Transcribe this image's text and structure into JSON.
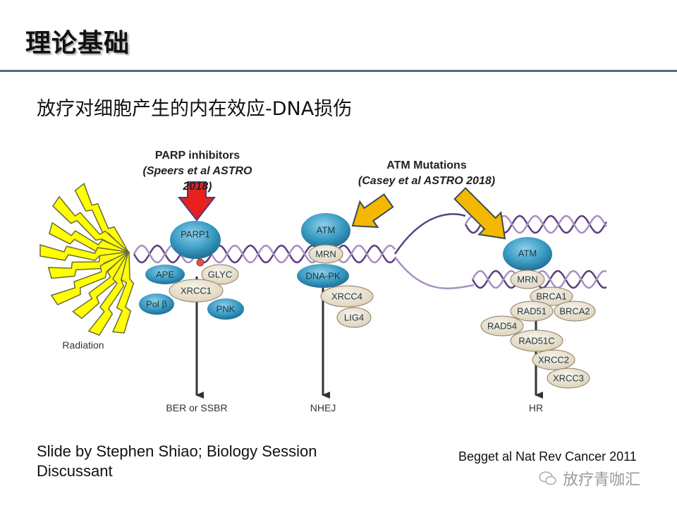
{
  "slide": {
    "title": "理论基础",
    "subtitle": "放疗对细胞产生的内在效应-DNA损伤",
    "credit_line1": "Slide by Stephen Shiao; Biology Session",
    "credit_line2": "Discussant",
    "reference": "Begget al Nat Rev Cancer 2011",
    "watermark": "放疗青咖汇",
    "watermark_icon": "wechat-icon"
  },
  "annotations": {
    "parp": {
      "title": "PARP inhibitors",
      "citation": "(Speers et al ASTRO 2018)",
      "arrow_color": "#e8201e"
    },
    "atm": {
      "title": "ATM Mutations",
      "citation": "(Casey et al ASTRO 2018)",
      "arrow_color": "#f5b800"
    }
  },
  "diagram": {
    "radiation_label": "Radiation",
    "colors": {
      "bolt": "#ffff00",
      "blue_protein": "#3b9cc4",
      "tan_protein": "#ebe3d2",
      "dna_dark": "#5a3f82",
      "dna_light": "#a890c0",
      "pathway_arrow": "#333333"
    },
    "pathways": [
      {
        "name": "BER or SSBR",
        "proteins": [
          "PARP1",
          "APE",
          "GLYC",
          "XRCC1",
          "Pol β",
          "PNK"
        ]
      },
      {
        "name": "NHEJ",
        "proteins": [
          "ATM",
          "MRN",
          "DNA-PK",
          "XRCC4",
          "LIG4"
        ]
      },
      {
        "name": "HR",
        "proteins": [
          "ATM",
          "MRN",
          "BRCA1",
          "RAD51",
          "BRCA2",
          "RAD54",
          "RAD51C",
          "XRCC2",
          "XRCC3"
        ]
      }
    ]
  }
}
